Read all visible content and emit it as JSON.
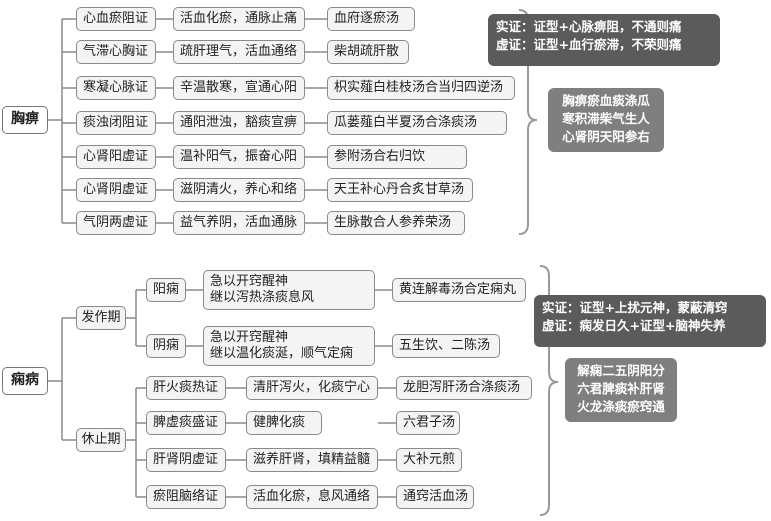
{
  "chest": {
    "root": "胸痹",
    "rows": [
      {
        "syndrome": "心血瘀阻证",
        "method": "活血化瘀，通脉止痛",
        "formula": "血府逐瘀汤"
      },
      {
        "syndrome": "气滞心胸证",
        "method": "疏肝理气，活血通络",
        "formula": "柴胡疏肝散"
      },
      {
        "syndrome": "寒凝心脉证",
        "method": "辛温散寒，宣通心阳",
        "formula": "枳实薤白桂枝汤合当归四逆汤"
      },
      {
        "syndrome": "痰浊闭阻证",
        "method": "通阳泄浊，豁痰宣痹",
        "formula": "瓜蒌薤白半夏汤合涤痰汤"
      },
      {
        "syndrome": "心肾阳虚证",
        "method": "温补阳气，振奋心阳",
        "formula": "参附汤合右归饮"
      },
      {
        "syndrome": "心肾阴虚证",
        "method": "滋阴清火，养心和络",
        "formula": "天王补心丹合炙甘草汤"
      },
      {
        "syndrome": "气阴两虚证",
        "method": "益气养阴，活血通脉",
        "formula": "生脉散合人参养荣汤"
      }
    ],
    "note1": [
      "实证：证型+心脉痹阻，不通则痛",
      "虚证：证型+血行瘀滞，不荣则痛"
    ],
    "note2": [
      "胸痹瘀血痰涤瓜",
      "寒积滞柴气生人",
      "心肾阴天阳参右"
    ]
  },
  "epilepsy": {
    "root": "痫病",
    "attack": {
      "label": "发作期",
      "rows": [
        {
          "type": "阳痫",
          "method": [
            "急以开窍醒神",
            "继以泻热涤痰息风"
          ],
          "formula": "黄连解毒汤合定痫丸"
        },
        {
          "type": "阴痫",
          "method": [
            "急以开窍醒神",
            "继以温化痰涎，顺气定痫"
          ],
          "formula": "五生饮、二陈汤"
        }
      ]
    },
    "rest": {
      "label": "休止期",
      "rows": [
        {
          "syndrome": "肝火痰热证",
          "method": "清肝泻火，化痰宁心",
          "formula": "龙胆泻肝汤合涤痰汤"
        },
        {
          "syndrome": "脾虚痰盛证",
          "method": "健脾化痰",
          "formula": "六君子汤"
        },
        {
          "syndrome": "肝肾阴虚证",
          "method": "滋养肝肾，填精益髓",
          "formula": "大补元煎"
        },
        {
          "syndrome": "瘀阻脑络证",
          "method": "活血化瘀，息风通络",
          "formula": "通窍活血汤"
        }
      ]
    },
    "note1": [
      "实证：证型+上扰元神，蒙蔽清窍",
      "虚证：痫发日久+证型+脑神失养"
    ],
    "note2": [
      "解痫二五阴阳分",
      "六君脾痰补肝肾",
      "火龙涤痰瘀窍通"
    ]
  }
}
